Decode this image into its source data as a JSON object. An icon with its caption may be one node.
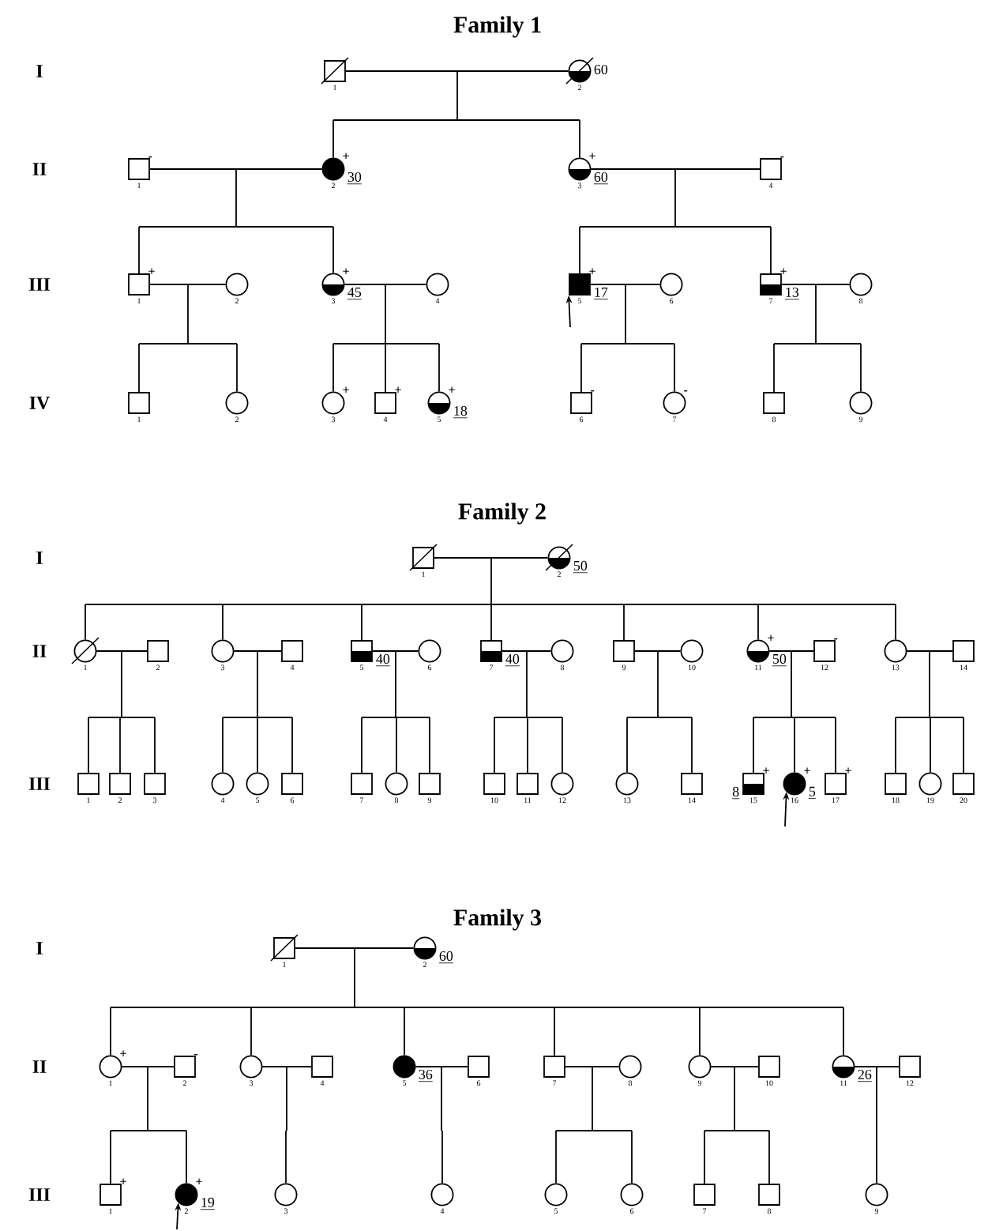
{
  "diagram": {
    "nodes": [
      {
        "text": [],
        "shape": "box",
        "beside": [
          "1"
        ]
      },
      {
        "text": [],
        "shape": "circle",
        "beside": [
          "2",
          "60"
        ]
      },
      {
        "text": [],
        "shape": "box",
        "beside": [
          "1",
          "-"
        ]
      },
      {
        "text": [],
        "shape": "circle",
        "beside": [
          "2",
          "+",
          "30"
        ]
      },
      {
        "text": [],
        "shape": "circle",
        "beside": [
          "3",
          "+",
          "60"
        ]
      },
      {
        "text": [],
        "shape": "box",
        "beside": [
          "4",
          "-"
        ]
      },
      {
        "text": [],
        "shape": "box",
        "beside": [
          "1",
          "+"
        ]
      },
      {
        "text": [],
        "shape": "circle",
        "beside": [
          "2"
        ]
      },
      {
        "text": [],
        "shape": "circle",
        "beside": [
          "3",
          "+",
          "45"
        ]
      },
      {
        "text": [],
        "shape": "circle",
        "beside": [
          "4"
        ]
      },
      {
        "text": [],
        "shape": "box",
        "beside": [
          "5",
          "+",
          "17"
        ]
      },
      {
        "text": [],
        "shape": "circle",
        "beside": [
          "6"
        ]
      },
      {
        "text": [],
        "shape": "box",
        "beside": [
          "7",
          "+",
          "13"
        ]
      },
      {
        "text": [],
        "shape": "circle",
        "beside": [
          "8"
        ]
      },
      {
        "text": [],
        "shape": "box",
        "beside": [
          "1"
        ]
      },
      {
        "text": [],
        "shape": "circle",
        "beside": [
          "2"
        ]
      },
      {
        "text": [],
        "shape": "circle",
        "beside": [
          "3",
          "+"
        ]
      },
      {
        "text": [],
        "shape": "box",
        "beside": [
          "4",
          "+"
        ]
      },
      {
        "text": [],
        "shape": "circle",
        "beside": [
          "5",
          "+",
          "18"
        ]
      },
      {
        "text": [],
        "shape": "box",
        "beside": [
          "6",
          "-"
        ]
      },
      {
        "text": [],
        "shape": "circle",
        "beside": [
          "7",
          "-"
        ]
      },
      {
        "text": [],
        "shape": "box",
        "beside": [
          "8"
        ]
      },
      {
        "text": [],
        "shape": "circle",
        "beside": [
          "9"
        ]
      },
      {
        "text": [],
        "shape": "box",
        "beside": [
          "1"
        ]
      },
      {
        "text": [],
        "shape": "circle",
        "beside": [
          "2",
          "50"
        ]
      },
      {
        "text": [],
        "shape": "circle",
        "beside": [
          "1"
        ]
      },
      {
        "text": [],
        "shape": "box",
        "beside": [
          "2"
        ]
      },
      {
        "text": [],
        "shape": "circle",
        "beside": [
          "3"
        ]
      },
      {
        "text": [],
        "shape": "box",
        "beside": [
          "4"
        ]
      },
      {
        "text": [],
        "shape": "box",
        "beside": [
          "5",
          "40"
        ]
      },
      {
        "text": [],
        "shape": "circle",
        "beside": [
          "6"
        ]
      },
      {
        "text": [],
        "shape": "box",
        "beside": [
          "7",
          "40"
        ]
      },
      {
        "text": [],
        "shape": "circle",
        "beside": [
          "8"
        ]
      },
      {
        "text": [],
        "shape": "box",
        "beside": [
          "9"
        ]
      },
      {
        "text": [],
        "shape": "circle",
        "beside": [
          "10"
        ]
      },
      {
        "text": [],
        "shape": "circle",
        "beside": [
          "11",
          "+",
          "50"
        ]
      },
      {
        "text": [],
        "shape": "box",
        "beside": [
          "12",
          "-"
        ]
      },
      {
        "text": [],
        "shape": "circle",
        "beside": [
          "13"
        ]
      },
      {
        "text": [],
        "shape": "box",
        "beside": [
          "14"
        ]
      },
      {
        "text": [],
        "shape": "box",
        "beside": [
          "1"
        ]
      },
      {
        "text": [],
        "shape": "box",
        "beside": [
          "2"
        ]
      },
      {
        "text": [],
        "shape": "box",
        "beside": [
          "3"
        ]
      },
      {
        "text": [],
        "shape": "circle",
        "beside": [
          "4"
        ]
      },
      {
        "text": [],
        "shape": "circle",
        "beside": [
          "5"
        ]
      },
      {
        "text": [],
        "shape": "box",
        "beside": [
          "6"
        ]
      },
      {
        "text": [],
        "shape": "box",
        "beside": [
          "7"
        ]
      },
      {
        "text": [],
        "shape": "circle",
        "beside": [
          "8"
        ]
      },
      {
        "text": [],
        "shape": "box",
        "beside": [
          "9"
        ]
      },
      {
        "text": [],
        "shape": "box",
        "beside": [
          "10"
        ]
      },
      {
        "text": [],
        "shape": "box",
        "beside": [
          "11"
        ]
      },
      {
        "text": [],
        "shape": "circle",
        "beside": [
          "12"
        ]
      },
      {
        "text": [],
        "shape": "circle",
        "beside": [
          "13"
        ]
      },
      {
        "text": [],
        "shape": "box",
        "beside": [
          "14"
        ]
      },
      {
        "text": [],
        "shape": "box",
        "beside": [
          "15",
          "+",
          "8"
        ]
      },
      {
        "text": [],
        "shape": "circle",
        "beside": [
          "16",
          "+",
          "5"
        ]
      },
      {
        "text": [],
        "shape": "box",
        "beside": [
          "17",
          "+"
        ]
      },
      {
        "text": [],
        "shape": "box",
        "beside": [
          "18"
        ]
      },
      {
        "text": [],
        "shape": "circle",
        "beside": [
          "19"
        ]
      },
      {
        "text": [],
        "shape": "box",
        "beside": [
          "20"
        ]
      },
      {
        "text": [],
        "shape": "box",
        "beside": [
          "1"
        ]
      },
      {
        "text": [],
        "shape": "circle",
        "beside": [
          "2",
          "60"
        ]
      },
      {
        "text": [],
        "shape": "circle",
        "beside": [
          "1",
          "+"
        ]
      },
      {
        "text": [],
        "shape": "box",
        "beside": [
          "2",
          "-"
        ]
      },
      {
        "text": [],
        "shape": "circle",
        "beside": [
          "3"
        ]
      },
      {
        "text": [],
        "shape": "box",
        "beside": [
          "4"
        ]
      },
      {
        "text": [],
        "shape": "circle",
        "beside": [
          "5",
          "36"
        ]
      },
      {
        "text": [],
        "shape": "box",
        "beside": [
          "6"
        ]
      },
      {
        "text": [],
        "shape": "box",
        "beside": [
          "7"
        ]
      },
      {
        "text": [],
        "shape": "circle",
        "beside": [
          "8"
        ]
      },
      {
        "text": [],
        "shape": "circle",
        "beside": [
          "9"
        ]
      },
      {
        "text": [],
        "shape": "box",
        "beside": [
          "10"
        ]
      },
      {
        "text": [],
        "shape": "circle",
        "beside": [
          "11",
          "26"
        ]
      },
      {
        "text": [],
        "shape": "box",
        "beside": [
          "12"
        ]
      },
      {
        "text": [],
        "shape": "box",
        "beside": [
          "1",
          "+"
        ]
      },
      {
        "text": [],
        "shape": "circle",
        "beside": [
          "2",
          "+",
          "19"
        ]
      },
      {
        "text": [],
        "shape": "circle",
        "beside": [
          "3"
        ]
      },
      {
        "text": [],
        "shape": "circle",
        "beside": [
          "4"
        ]
      },
      {
        "text": [],
        "shape": "circle",
        "beside": [
          "5"
        ]
      },
      {
        "text": [],
        "shape": "circle",
        "beside": [
          "6"
        ]
      },
      {
        "text": [],
        "shape": "box",
        "beside": [
          "7"
        ]
      },
      {
        "text": [],
        "shape": "box",
        "beside": [
          "8"
        ]
      },
      {
        "text": [],
        "shape": "circle",
        "beside": [
          "9"
        ]
      }
    ],
    "edges": [
      {
        "from": 0,
        "to": 1,
        "arrow": "none"
      },
      {
        "from": 2,
        "to": 3,
        "arrow": "none"
      },
      {
        "from": 4,
        "to": 5,
        "arrow": "none"
      },
      {
        "from": 6,
        "to": 7,
        "arrow": "none"
      },
      {
        "from": 8,
        "to": 9,
        "arrow": "none"
      },
      {
        "from": 10,
        "to": 11,
        "arrow": "none"
      },
      {
        "from": 12,
        "to": 13,
        "arrow": "none"
      },
      {
        "from": 0,
        "to": 3,
        "arrow": "none"
      },
      {
        "from": 0,
        "to": 4,
        "arrow": "none"
      },
      {
        "from": 3,
        "to": 6,
        "arrow": "none"
      },
      {
        "from": 3,
        "to": 8,
        "arrow": "none"
      },
      {
        "from": 4,
        "to": 10,
        "arrow": "none"
      },
      {
        "from": 4,
        "to": 12,
        "arrow": "none"
      },
      {
        "from": 6,
        "to": 14,
        "arrow": "none"
      },
      {
        "from": 6,
        "to": 15,
        "arrow": "none"
      },
      {
        "from": 8,
        "to": 16,
        "arrow": "none"
      },
      {
        "from": 8,
        "to": 17,
        "arrow": "none"
      },
      {
        "from": 8,
        "to": 18,
        "arrow": "none"
      },
      {
        "from": 10,
        "to": 19,
        "arrow": "none"
      },
      {
        "from": 10,
        "to": 20,
        "arrow": "none"
      },
      {
        "from": 12,
        "to": 21,
        "arrow": "none"
      },
      {
        "from": 12,
        "to": 22,
        "arrow": "none"
      },
      {
        "from": null,
        "to": 10,
        "arrow": "to"
      },
      {
        "from": 23,
        "to": 24,
        "arrow": "none"
      },
      {
        "from": 25,
        "to": 26,
        "arrow": "none"
      },
      {
        "from": 27,
        "to": 28,
        "arrow": "none"
      },
      {
        "from": 29,
        "to": 30,
        "arrow": "none"
      },
      {
        "from": 31,
        "to": 32,
        "arrow": "none"
      },
      {
        "from": 33,
        "to": 34,
        "arrow": "none"
      },
      {
        "from": 35,
        "to": 36,
        "arrow": "none"
      },
      {
        "from": 37,
        "to": 38,
        "arrow": "none"
      },
      {
        "from": 23,
        "to": 25,
        "arrow": "none"
      },
      {
        "from": 23,
        "to": 27,
        "arrow": "none"
      },
      {
        "from": 23,
        "to": 29,
        "arrow": "none"
      },
      {
        "from": 23,
        "to": 31,
        "arrow": "none"
      },
      {
        "from": 23,
        "to": 33,
        "arrow": "none"
      },
      {
        "from": 23,
        "to": 35,
        "arrow": "none"
      },
      {
        "from": 23,
        "to": 37,
        "arrow": "none"
      },
      {
        "from": 25,
        "to": 39,
        "arrow": "none"
      },
      {
        "from": 25,
        "to": 40,
        "arrow": "none"
      },
      {
        "from": 25,
        "to": 41,
        "arrow": "none"
      },
      {
        "from": 27,
        "to": 42,
        "arrow": "none"
      },
      {
        "from": 27,
        "to": 43,
        "arrow": "none"
      },
      {
        "from": 27,
        "to": 44,
        "arrow": "none"
      },
      {
        "from": 29,
        "to": 45,
        "arrow": "none"
      },
      {
        "from": 29,
        "to": 46,
        "arrow": "none"
      },
      {
        "from": 29,
        "to": 47,
        "arrow": "none"
      },
      {
        "from": 31,
        "to": 48,
        "arrow": "none"
      },
      {
        "from": 31,
        "to": 49,
        "arrow": "none"
      },
      {
        "from": 31,
        "to": 50,
        "arrow": "none"
      },
      {
        "from": 33,
        "to": 51,
        "arrow": "none"
      },
      {
        "from": 33,
        "to": 52,
        "arrow": "none"
      },
      {
        "from": 35,
        "to": 53,
        "arrow": "none"
      },
      {
        "from": 35,
        "to": 54,
        "arrow": "none"
      },
      {
        "from": 35,
        "to": 55,
        "arrow": "none"
      },
      {
        "from": 37,
        "to": 56,
        "arrow": "none"
      },
      {
        "from": 37,
        "to": 57,
        "arrow": "none"
      },
      {
        "from": 37,
        "to": 58,
        "arrow": "none"
      },
      {
        "from": null,
        "to": 54,
        "arrow": "to"
      },
      {
        "from": 59,
        "to": 60,
        "arrow": "none"
      },
      {
        "from": 61,
        "to": 62,
        "arrow": "none"
      },
      {
        "from": 63,
        "to": 64,
        "arrow": "none"
      },
      {
        "from": 65,
        "to": 66,
        "arrow": "none"
      },
      {
        "from": 67,
        "to": 68,
        "arrow": "none"
      },
      {
        "from": 69,
        "to": 70,
        "arrow": "none"
      },
      {
        "from": 71,
        "to": 72,
        "arrow": "none"
      },
      {
        "from": 59,
        "to": 61,
        "arrow": "none"
      },
      {
        "from": 59,
        "to": 63,
        "arrow": "none"
      },
      {
        "from": 59,
        "to": 65,
        "arrow": "none"
      },
      {
        "from": 59,
        "to": 67,
        "arrow": "none"
      },
      {
        "from": 59,
        "to": 69,
        "arrow": "none"
      },
      {
        "from": 59,
        "to": 71,
        "arrow": "none"
      },
      {
        "from": 61,
        "to": 73,
        "arrow": "none"
      },
      {
        "from": 61,
        "to": 74,
        "arrow": "none"
      },
      {
        "from": 63,
        "to": 75,
        "arrow": "none"
      },
      {
        "from": 65,
        "to": 76,
        "arrow": "none"
      },
      {
        "from": 67,
        "to": 77,
        "arrow": "none"
      },
      {
        "from": 67,
        "to": 78,
        "arrow": "none"
      },
      {
        "from": 69,
        "to": 79,
        "arrow": "none"
      },
      {
        "from": 69,
        "to": 80,
        "arrow": "none"
      },
      {
        "from": 71,
        "to": 81,
        "arrow": "none"
      },
      {
        "from": null,
        "to": 74,
        "arrow": "to"
      }
    ],
    "labels": [
      "Family 1",
      "I",
      "II",
      "III",
      "IV",
      "Family 2",
      "I",
      "II",
      "III",
      "Family 3",
      "I",
      "II",
      "III"
    ]
  }
}
